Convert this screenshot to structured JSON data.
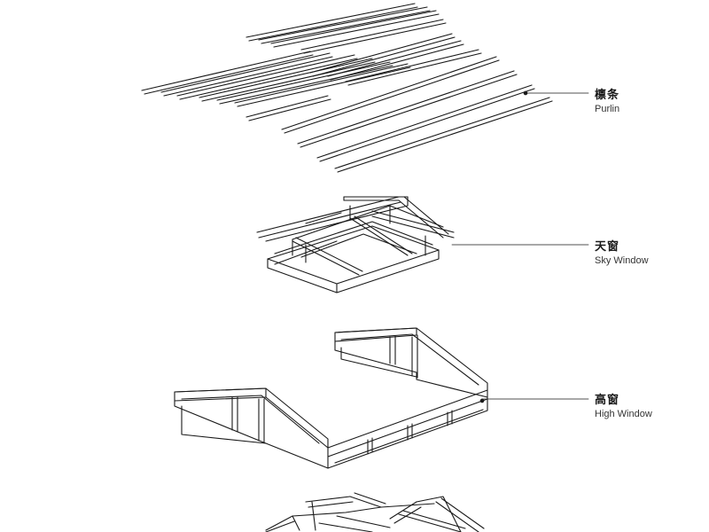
{
  "labels": [
    {
      "cn": "檩条",
      "en": "Purlin"
    },
    {
      "cn": "天窗",
      "en": "Sky Window"
    },
    {
      "cn": "高窗",
      "en": "High Window"
    }
  ],
  "colors": {
    "line": "#1a1a1a",
    "background": "#ffffff"
  }
}
